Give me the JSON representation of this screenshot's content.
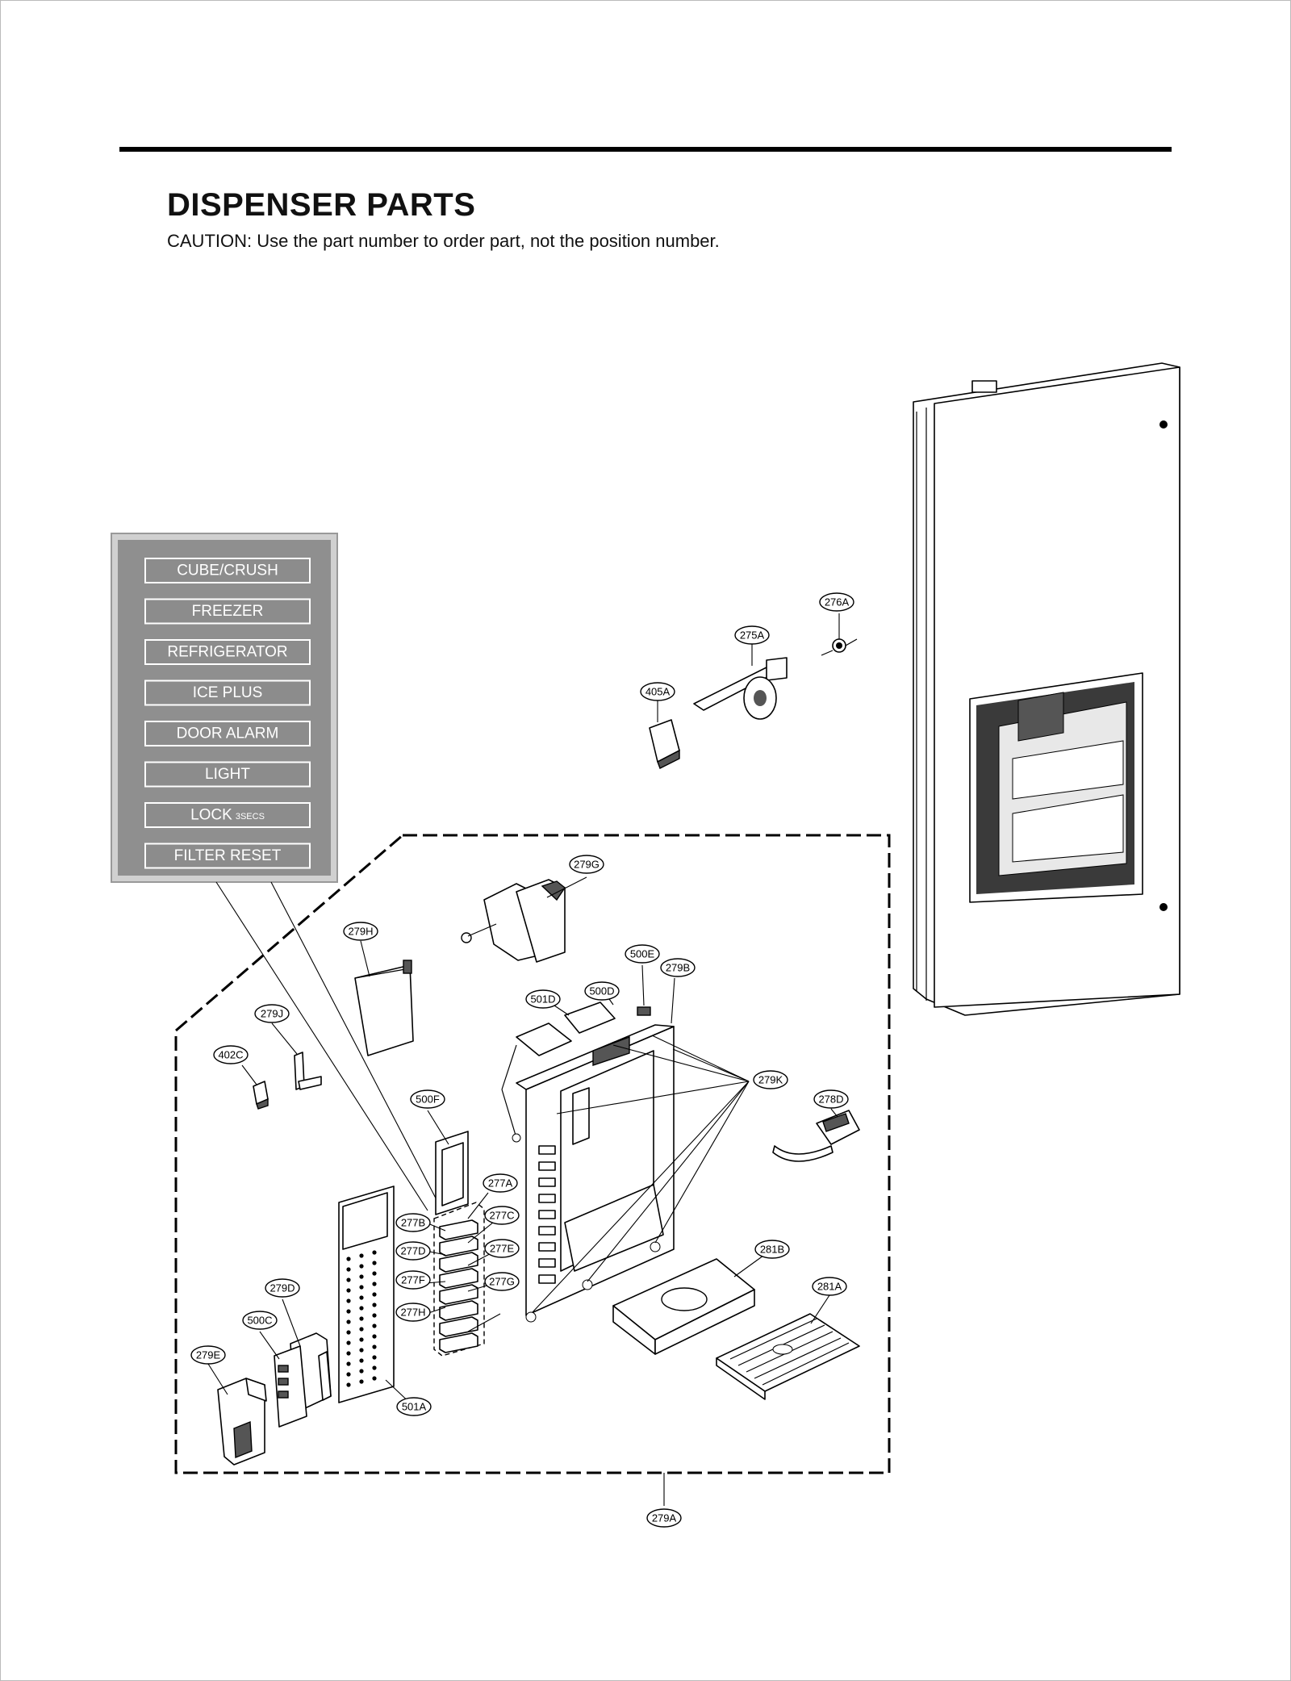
{
  "header": {
    "title": "DISPENSER PARTS",
    "caution": "CAUTION: Use the part number to order part, not the position number."
  },
  "control_panel": {
    "buttons": [
      {
        "label": "CUBE/CRUSH",
        "sub": ""
      },
      {
        "label": "FREEZER",
        "sub": ""
      },
      {
        "label": "REFRIGERATOR",
        "sub": ""
      },
      {
        "label": "ICE PLUS",
        "sub": ""
      },
      {
        "label": "DOOR ALARM",
        "sub": ""
      },
      {
        "label": "LIGHT",
        "sub": ""
      },
      {
        "label": "LOCK",
        "sub": "3SECS"
      },
      {
        "label": "FILTER RESET",
        "sub": ""
      }
    ]
  },
  "callouts": {
    "c276A": "276A",
    "c275A": "275A",
    "c405A": "405A",
    "c279G": "279G",
    "c279H": "279H",
    "c500E": "500E",
    "c279B": "279B",
    "c500D": "500D",
    "c501D": "501D",
    "c279J": "279J",
    "c402C": "402C",
    "c279K": "279K",
    "c278D": "278D",
    "c500F": "500F",
    "c277A": "277A",
    "c277B": "277B",
    "c277C": "277C",
    "c277D": "277D",
    "c277E": "277E",
    "c277F": "277F",
    "c277G": "277G",
    "c277H": "277H",
    "c281B": "281B",
    "c281A": "281A",
    "c279D": "279D",
    "c500C": "500C",
    "c279E": "279E",
    "c501A": "501A",
    "c279A": "279A"
  }
}
